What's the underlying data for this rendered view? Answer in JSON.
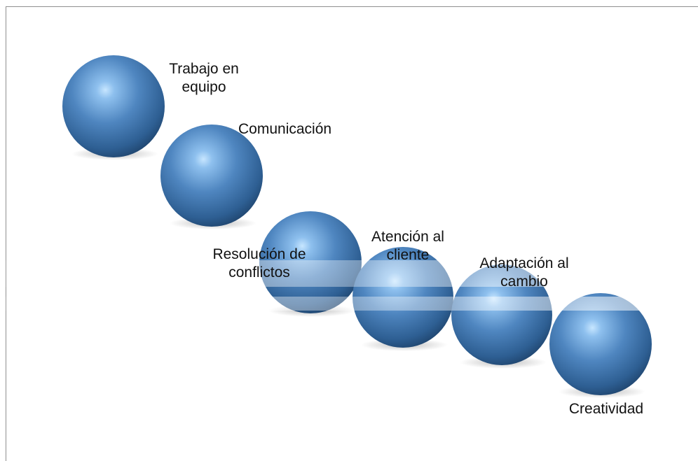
{
  "diagram": {
    "sphere_color": "#4a7fb5",
    "items": [
      {
        "label": "Trabajo en\nequipo"
      },
      {
        "label": "Comunicación"
      },
      {
        "label": "Resolución de\nconflictos"
      },
      {
        "label": "Atención al\ncliente"
      },
      {
        "label": "Adaptación al\ncambio"
      },
      {
        "label": "Creatividad"
      }
    ]
  }
}
